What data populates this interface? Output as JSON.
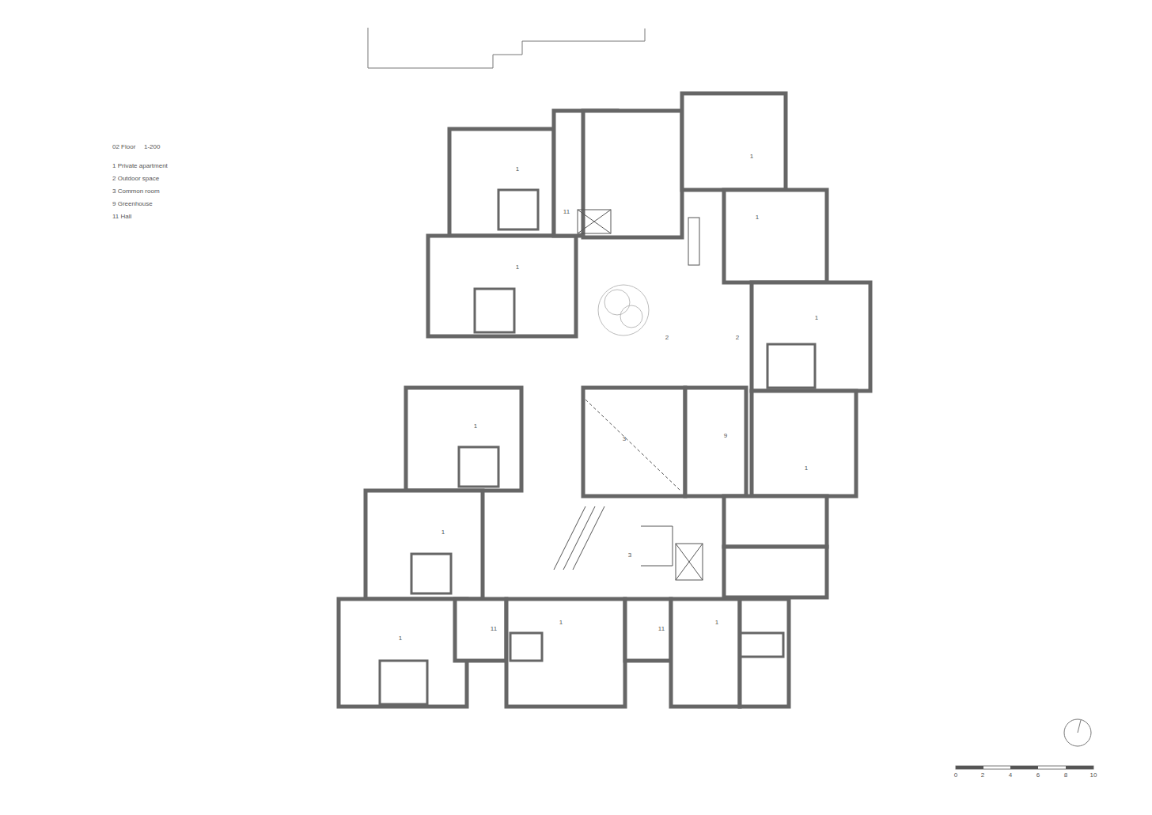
{
  "diagram": {
    "title": "02 Floor",
    "labels": [
      "1-200",
      "1 Private apartment",
      "2 Outdoor space",
      "3 Common room",
      "9 Greenhouse",
      "11 Hall",
      "1",
      "1",
      "1",
      "11",
      "1",
      "2",
      "2",
      "1",
      "1",
      "3",
      "9",
      "1",
      "1",
      "3",
      "1",
      "11",
      "1",
      "11",
      "1",
      "0",
      "2",
      "4",
      "6",
      "8",
      "10"
    ]
  }
}
